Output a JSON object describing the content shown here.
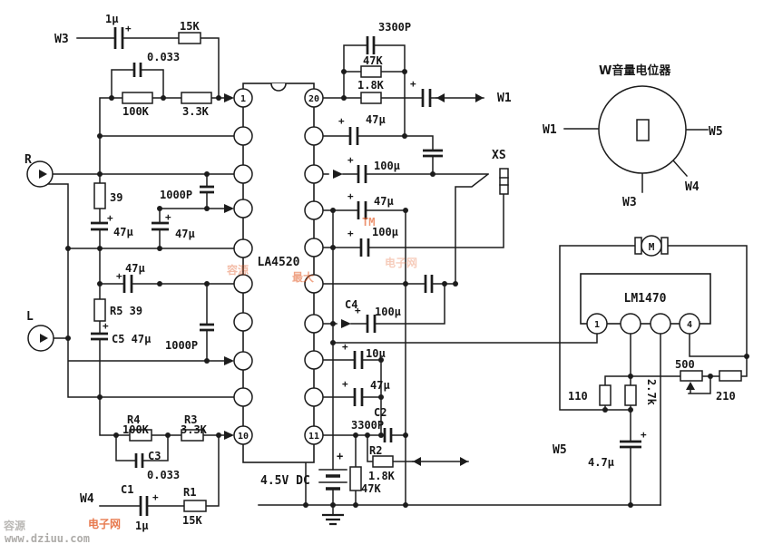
{
  "schematic": {
    "title": "W音量电位器",
    "ics": {
      "main": "LA4520",
      "motor_driver": "LM1470"
    },
    "pins": {
      "p1": "1",
      "p20": "20",
      "p10": "10",
      "p11": "11",
      "p4": "4"
    },
    "terminals": {
      "w1": "W1",
      "w3": "W3",
      "w4": "W4",
      "w5": "W5",
      "r": "R",
      "l": "L",
      "xs": "XS",
      "m": "M"
    },
    "values": {
      "c1u": "1μ",
      "c47u": "47μ",
      "c100u": "100μ",
      "c10u": "10μ",
      "c4u7": "4.7μ",
      "c3300p": "3300P",
      "c1000p": "1000P",
      "c033": "0.033",
      "r15k": "15K",
      "r100k": "100K",
      "r3k3": "3.3K",
      "r47k": "47K",
      "r1k8": "1.8K",
      "r39": "39",
      "r110": "110",
      "r2k7": "2.7k",
      "r500": "500",
      "r210": "210",
      "battery": "4.5V DC",
      "plus": "+"
    },
    "refs": {
      "r5": "R5 39",
      "c5": "C5 47μ",
      "r4": "R4",
      "r3": "R3",
      "c3": "C3",
      "c1": "C1",
      "r1": "R1",
      "r2": "R2",
      "c2": "C2",
      "c4": "C4"
    },
    "watermark": {
      "site_cn": "容源",
      "site_cn2": "电子网",
      "url": "www.dziuu.com",
      "max": "最大",
      "tm": "TM"
    },
    "colors": {
      "line": "#1c1c1c",
      "wm_orange": "#e25822",
      "wm_gray": "#aeaca9",
      "bg": "#ffffff"
    }
  }
}
